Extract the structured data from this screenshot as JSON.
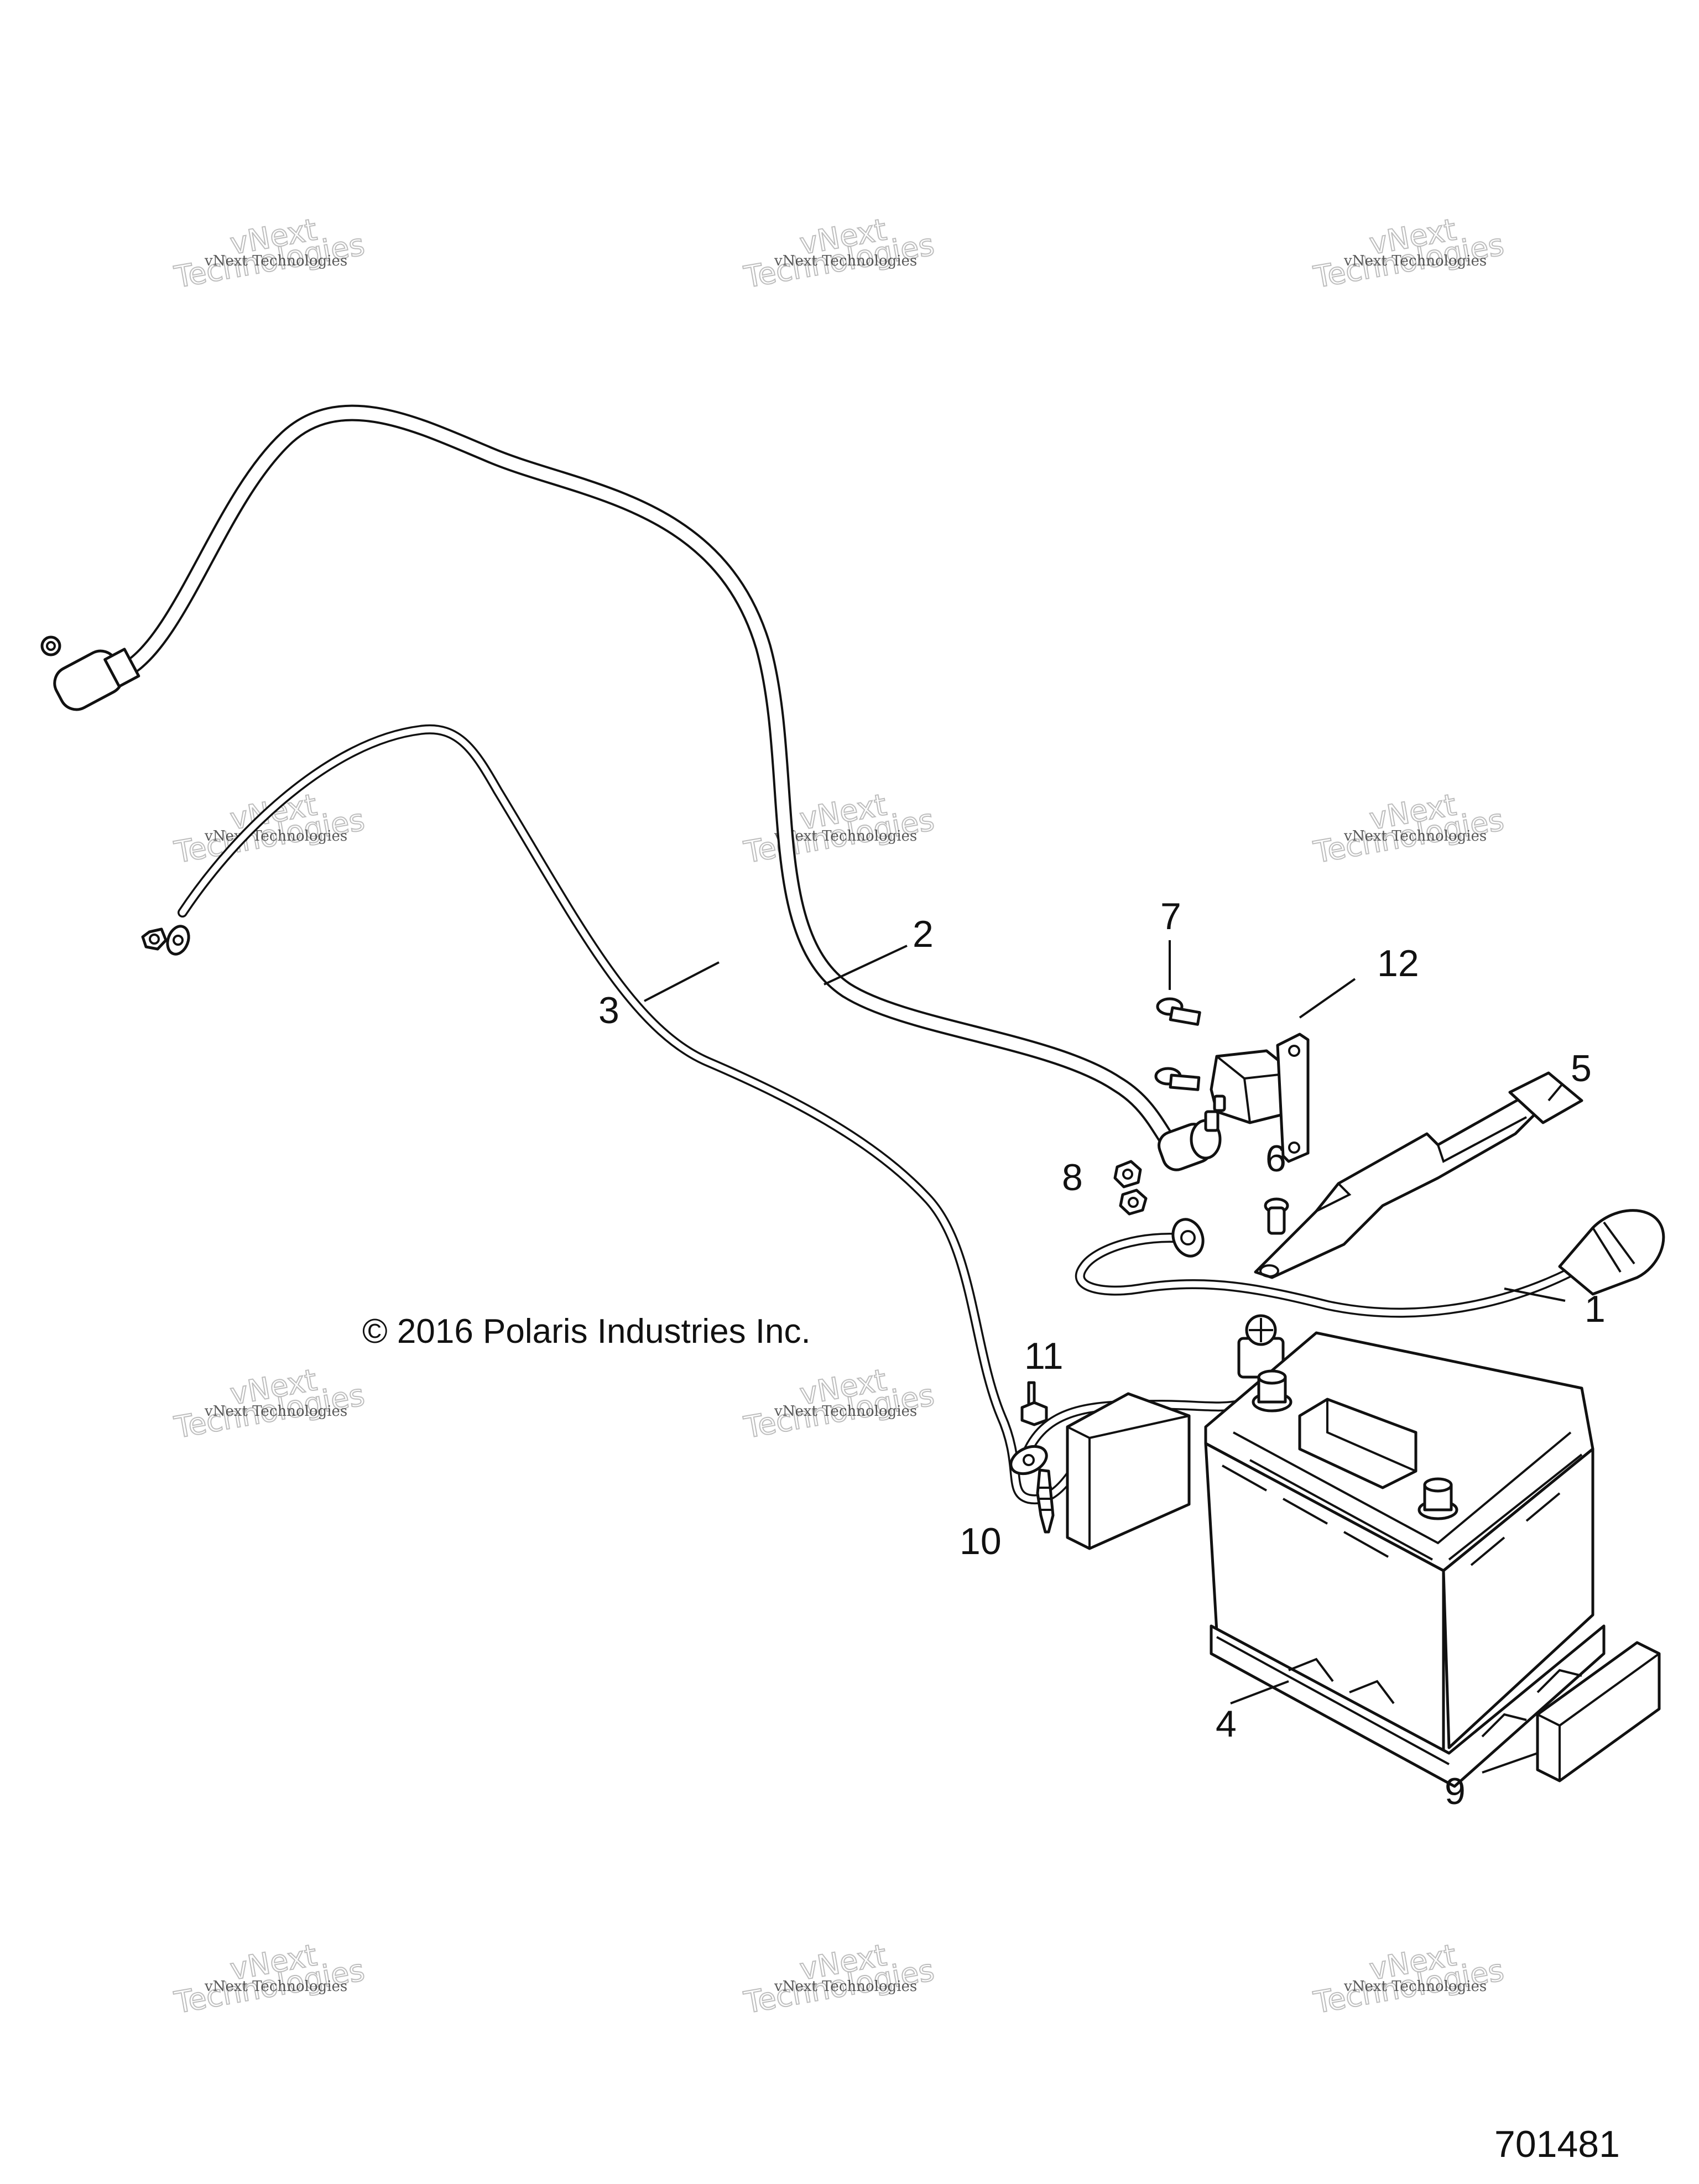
{
  "copyright": "© 2016 Polaris Industries Inc.",
  "drawing_number": "701481",
  "watermark": {
    "line1": "vNext Technologies",
    "line2": "vNext",
    "line3": "Technologies"
  },
  "callouts": [
    "1",
    "2",
    "3",
    "4",
    "5",
    "6",
    "7",
    "8",
    "9",
    "10",
    "11",
    "12"
  ],
  "parts": {
    "battery_cable_positive": "battery-cable",
    "cable_2": "cable",
    "cable_3": "ground-cable",
    "battery": "battery",
    "hold_down_strap": "strap",
    "screw_6": "screw",
    "screw_7": "screw",
    "nut_8": "nut",
    "pad_9": "pad",
    "bolt_10": "bolt",
    "nut_11": "nut",
    "solenoid_12": "solenoid"
  }
}
